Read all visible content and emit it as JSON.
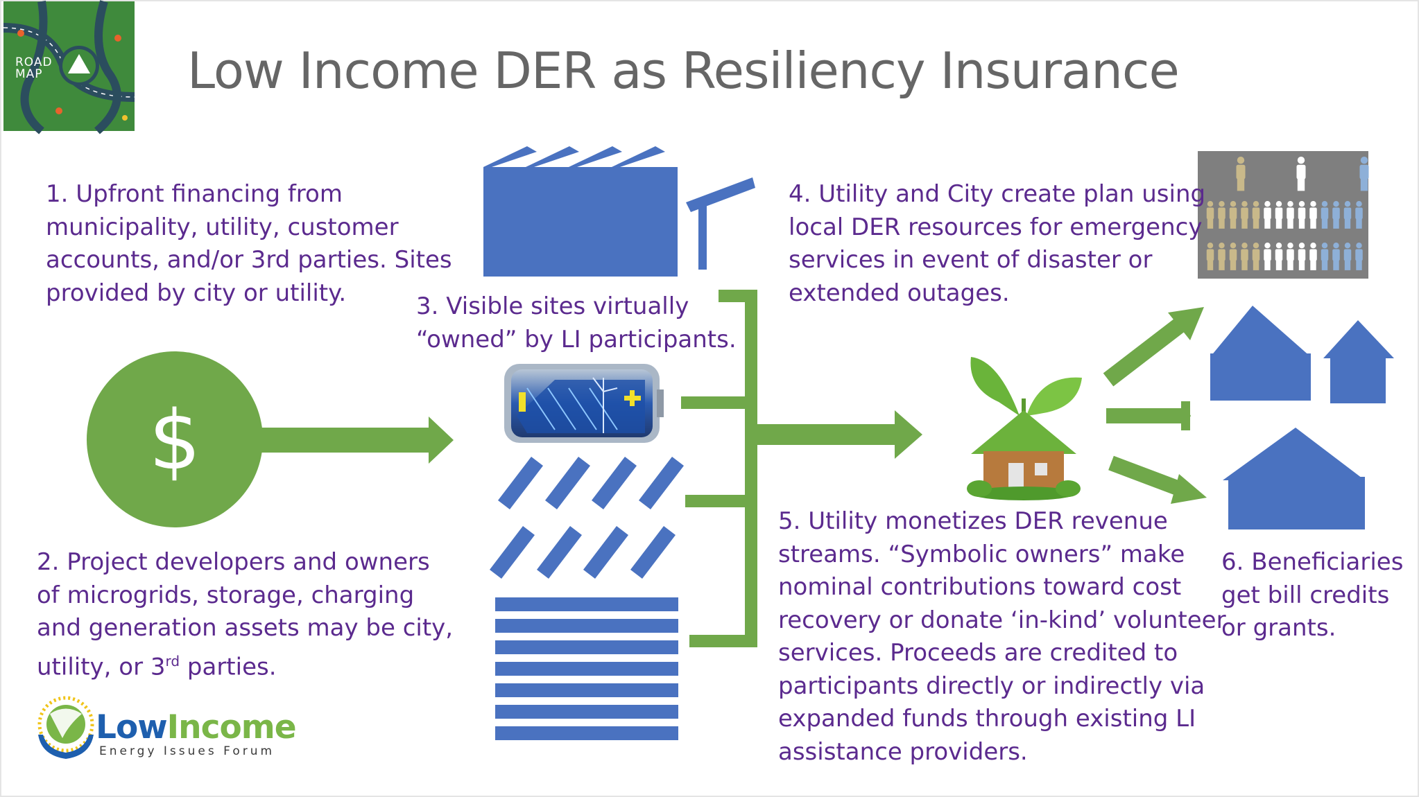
{
  "title": "Low Income DER as Resiliency Insurance",
  "roadmap_icon": {
    "line1": "ROAD",
    "line2": "MAP"
  },
  "steps": {
    "step1": [
      "1. Upfront financing from",
      "municipality, utility, customer",
      "accounts, and/or 3rd parties. Sites",
      "provided by city or utility."
    ],
    "step2": {
      "line1": "2. Project developers and owners",
      "line2": "of microgrids, storage, charging",
      "line3": "and generation assets may be city,",
      "line4_pre": "utility, or 3",
      "line4_sup": "rd",
      "line4_post": " parties."
    },
    "step3": [
      "3. Visible sites virtually",
      "“owned” by LI participants."
    ],
    "step4": [
      "4. Utility and City create plan using",
      "local DER resources for emergency",
      "services in event of disaster or",
      "extended outages."
    ],
    "step5": [
      "5. Utility monetizes DER revenue",
      "streams. “Symbolic owners” make",
      "nominal contributions toward cost",
      "recovery or donate ‘in-kind’ volunteer",
      "services. Proceeds are credited to",
      "participants directly or indirectly via",
      "expanded funds through existing LI",
      "assistance providers."
    ],
    "step6": [
      "6. Beneficiaries",
      "get bill credits",
      "or grants."
    ]
  },
  "dollar_symbol": "$",
  "logo": {
    "name_part1": "Low",
    "name_part2": "Income",
    "subtitle": "Energy Issues Forum"
  },
  "icons": [
    "roadmap-icon",
    "dollar-circle-icon",
    "factory-icon",
    "wind-turbine-icon",
    "battery-icon",
    "solar-panel-array-icon",
    "building-stripes-icon",
    "green-house-icon",
    "people-group-icon",
    "house-icon"
  ],
  "colors": {
    "title": "#666666",
    "text": "#5b2a8e",
    "green": "#70a84a",
    "blue": "#4a72c0",
    "logo_blue": "#1e5fae",
    "logo_green": "#7ab648",
    "people_bg": "#7f7f7f",
    "person_tan": "#c9b98a",
    "person_white": "#ffffff",
    "person_blue": "#8eb0d8"
  }
}
